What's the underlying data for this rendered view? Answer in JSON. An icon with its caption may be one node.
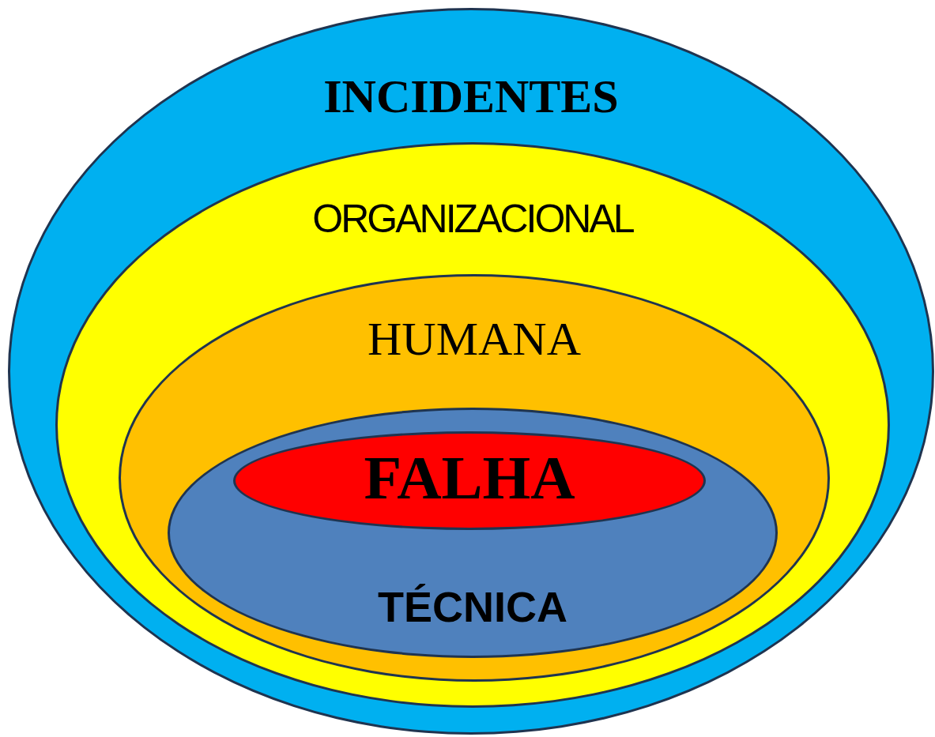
{
  "diagram": {
    "nodes": [
      {
        "text": [
          "INCIDENTES"
        ]
      },
      {
        "text": [
          "ORGANIZACIONAL"
        ],
        "in": 0
      },
      {
        "text": [
          "HUMANA"
        ],
        "in": 1
      },
      {
        "text": [
          "TÉCNICA"
        ],
        "in": 2
      },
      {
        "text": [
          "FALHA"
        ],
        "in": 3
      }
    ]
  }
}
